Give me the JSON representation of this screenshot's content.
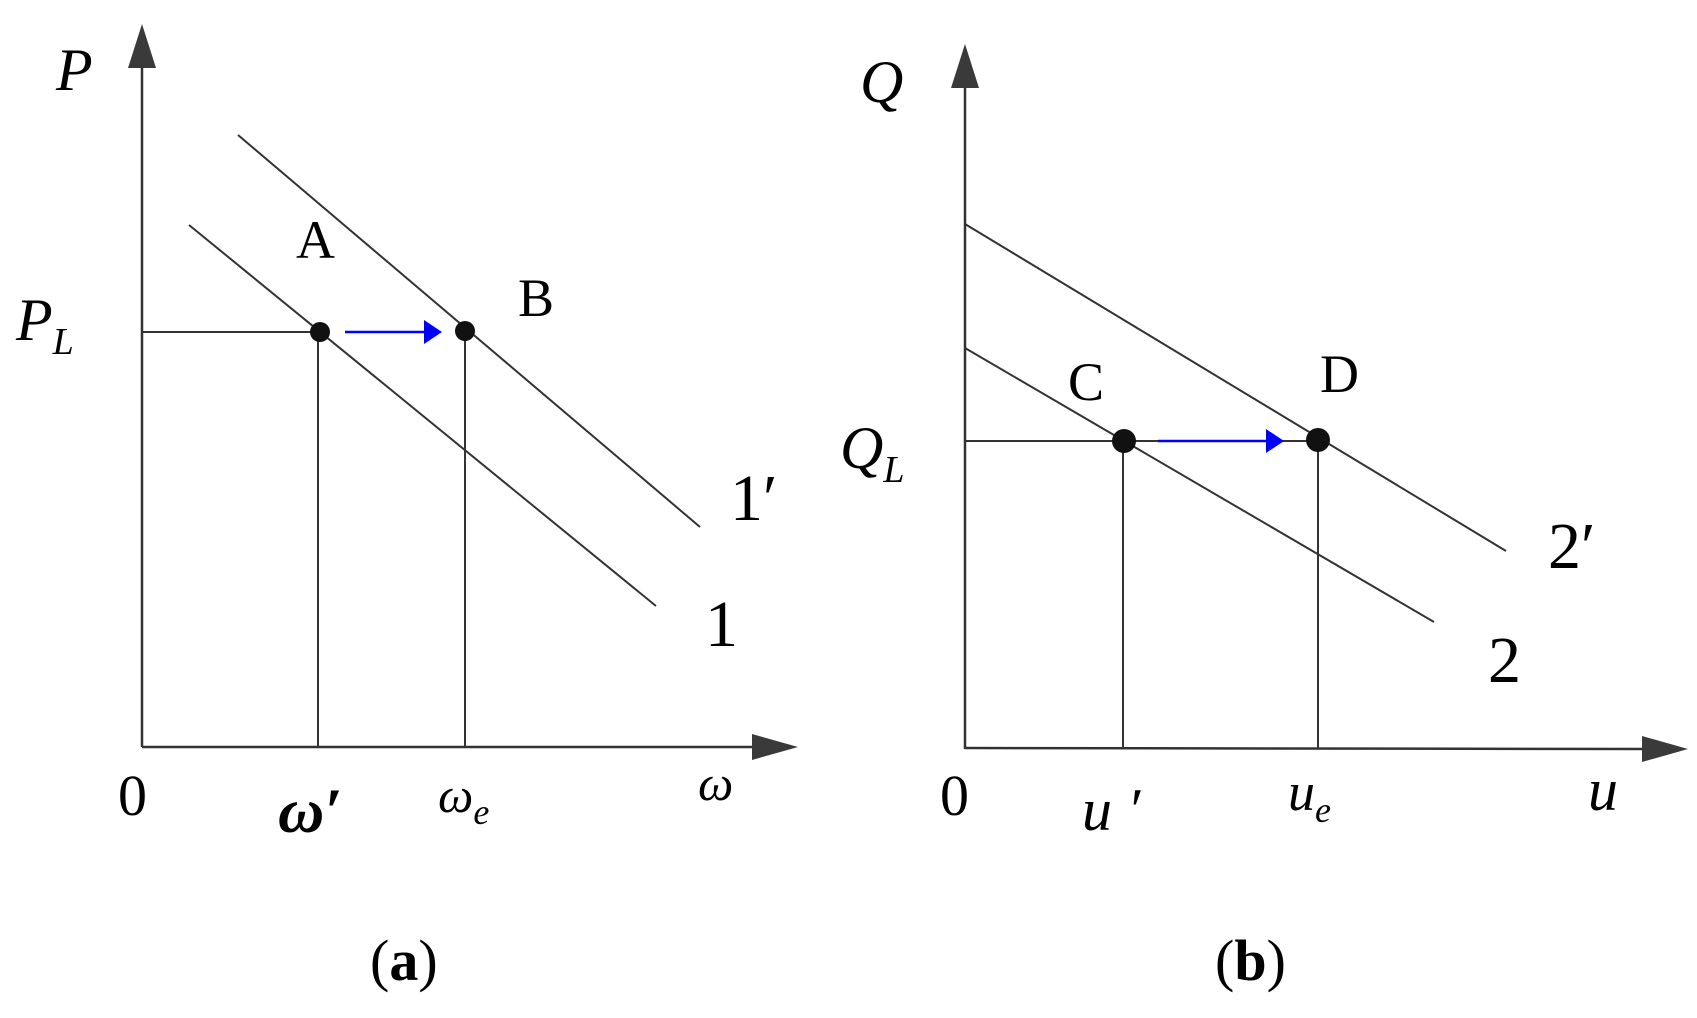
{
  "panel_a": {
    "caption_open": "(",
    "caption_letter": "a",
    "caption_close": ")",
    "y_axis_label": "P",
    "x_axis_label": "ω",
    "origin_label": "0",
    "y_level_label": "P",
    "y_level_sub": "L",
    "x_tick_1": "ω′",
    "x_tick_2": "ω",
    "x_tick_2_sub": "e",
    "point_1": "A",
    "point_2": "B",
    "line_1_label": "1",
    "line_2_label": "1′"
  },
  "panel_b": {
    "caption_open": "(",
    "caption_letter": "b",
    "caption_close": ")",
    "y_axis_label": "Q",
    "x_axis_label": "u",
    "origin_label": "0",
    "y_level_label": "Q",
    "y_level_sub": "L",
    "x_tick_1": "u ′",
    "x_tick_2": "u",
    "x_tick_2_sub": "e",
    "point_1": "C",
    "point_2": "D",
    "line_1_label": "2",
    "line_2_label": "2′"
  },
  "colors": {
    "line": "#333333",
    "shift_arrow": "#0000ff",
    "text": "#000000"
  }
}
